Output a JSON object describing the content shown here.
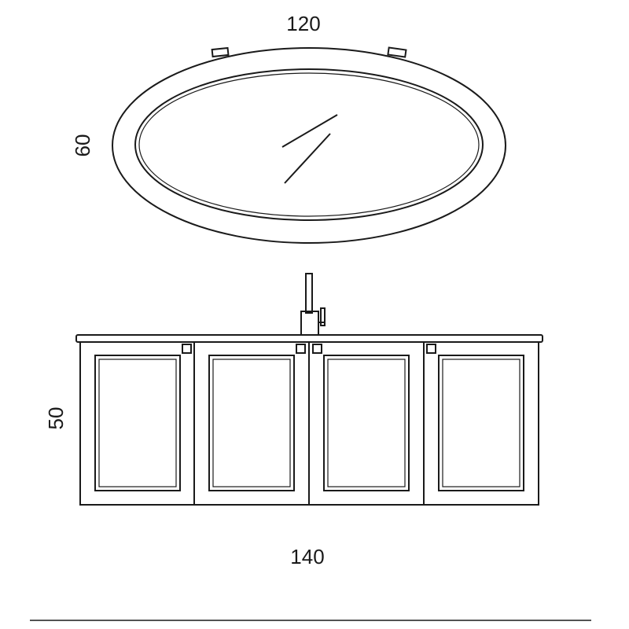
{
  "mirror": {
    "width_label": "120",
    "height_label": "60"
  },
  "vanity": {
    "height_label": "50",
    "width_label": "140",
    "door_count": 4
  },
  "colors": {
    "stroke": "#1a1a1a",
    "background": "#ffffff"
  }
}
